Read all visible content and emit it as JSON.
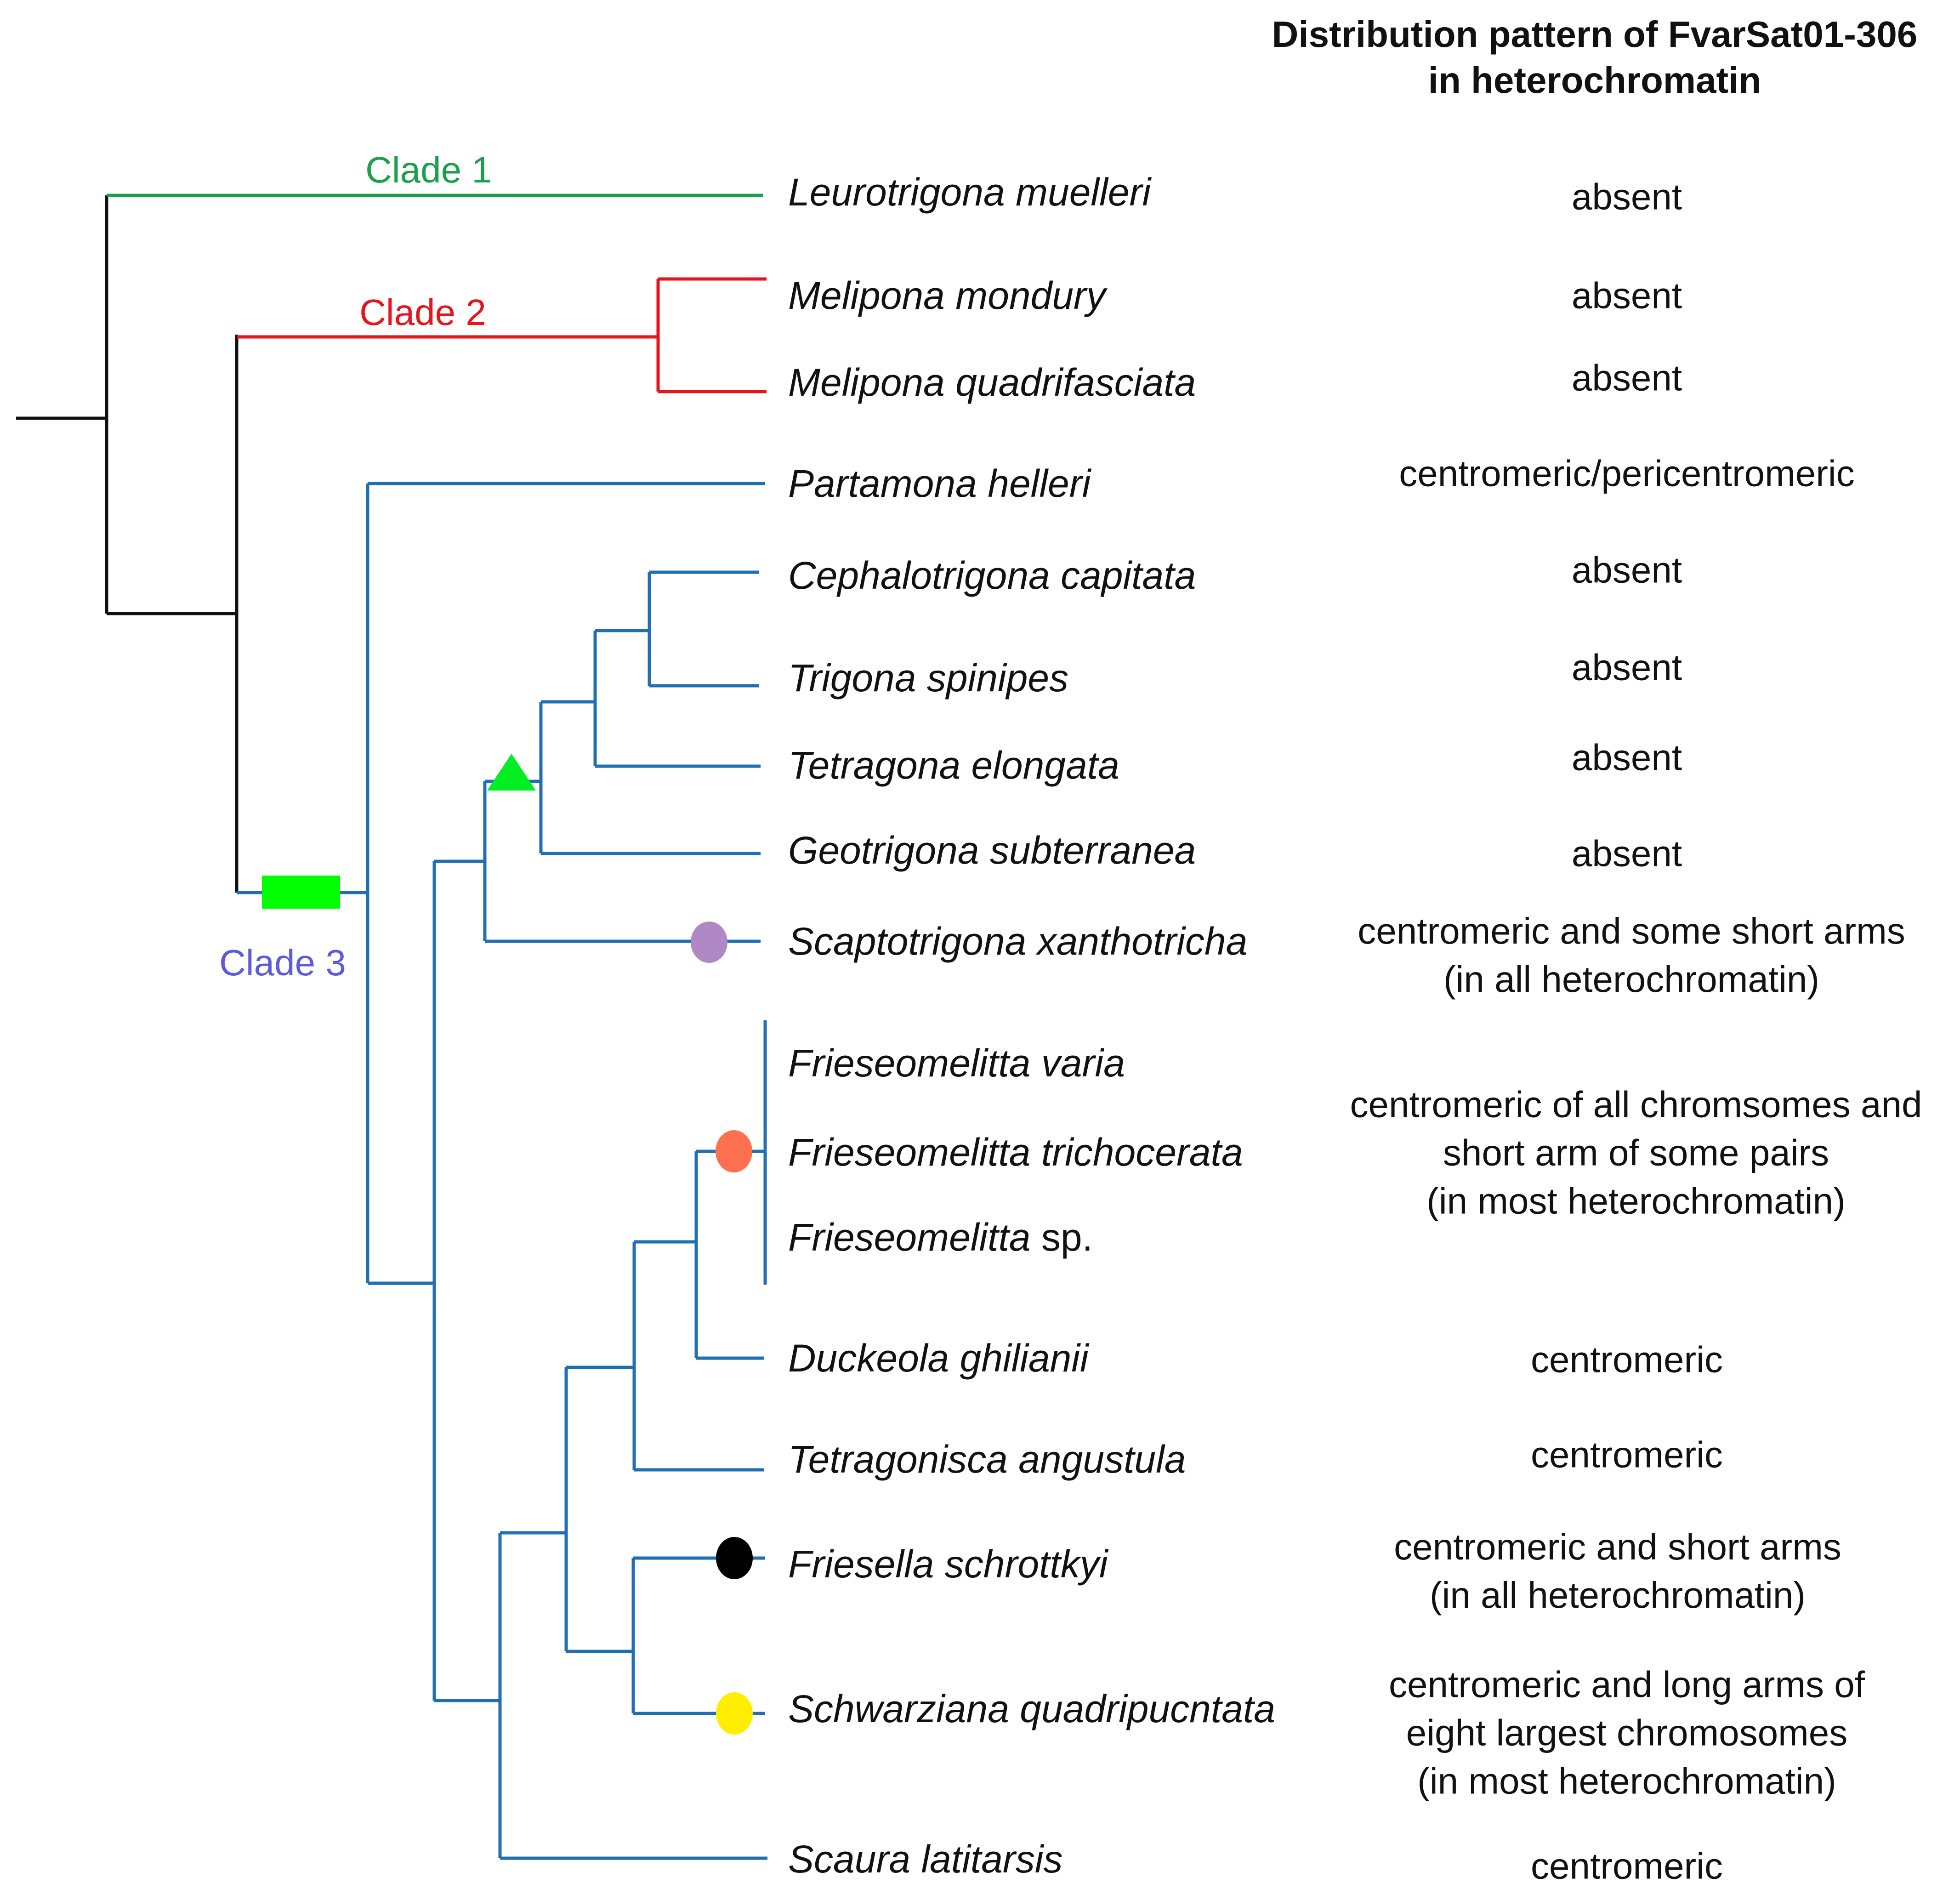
{
  "header": {
    "title_line1": "Distribution pattern of FvarSat01-306",
    "title_line2": "in heterochromatin"
  },
  "clades": [
    {
      "label": "Clade 1",
      "color": "#1a9f4a"
    },
    {
      "label": "Clade 2",
      "color": "#e8141c"
    },
    {
      "label": "Clade 3",
      "color": "#5b5bdc"
    }
  ],
  "colors": {
    "root_branch": "#111111",
    "clade1_branch": "#1a9f4a",
    "clade2_branch": "#e8141c",
    "clade3_branch": "#1f6fb2",
    "bar_marker": "#00ff00",
    "triangle_marker": "#00ee22",
    "scaptotrigona_marker": "#b088c4",
    "frieseomelitta_marker": "#ff7050",
    "friesella_marker": "#000000",
    "schwarziana_marker": "#ffee00"
  },
  "markers": {
    "clade3_bar": "green-bar",
    "triangle": "green-triangle",
    "scaptotrigona": "purple-dot",
    "frieseomelitta": "orange-dot",
    "friesella": "black-dot",
    "schwarziana": "yellow-dot"
  },
  "taxa": [
    {
      "name": "Leurotrigona muelleri",
      "extra": ""
    },
    {
      "name": "Melipona mondury",
      "extra": ""
    },
    {
      "name": "Melipona quadrifasciata",
      "extra": ""
    },
    {
      "name": "Partamona helleri",
      "extra": ""
    },
    {
      "name": "Cephalotrigona capitata",
      "extra": ""
    },
    {
      "name": "Trigona spinipes",
      "extra": ""
    },
    {
      "name": "Tetragona elongata",
      "extra": ""
    },
    {
      "name": "Geotrigona subterranea",
      "extra": ""
    },
    {
      "name": "Scaptotrigona xanthotricha",
      "extra": ""
    },
    {
      "name": "Frieseomelitta varia",
      "extra": ""
    },
    {
      "name": "Frieseomelitta trichocerata",
      "extra": ""
    },
    {
      "name": "Frieseomelitta",
      "extra": " sp."
    },
    {
      "name": "Duckeola ghilianii",
      "extra": ""
    },
    {
      "name": "Tetragonisca angustula",
      "extra": ""
    },
    {
      "name": "Friesella schrottkyi",
      "extra": ""
    },
    {
      "name": "Schwarziana quadripucntata",
      "extra": ""
    },
    {
      "name": "Scaura latitarsis",
      "extra": ""
    }
  ],
  "distributions": [
    {
      "lines": [
        "absent"
      ]
    },
    {
      "lines": [
        "absent"
      ]
    },
    {
      "lines": [
        "absent"
      ]
    },
    {
      "lines": [
        "centromeric/pericentromeric"
      ]
    },
    {
      "lines": [
        "absent"
      ]
    },
    {
      "lines": [
        "absent"
      ]
    },
    {
      "lines": [
        "absent"
      ]
    },
    {
      "lines": [
        "absent"
      ]
    },
    {
      "lines": [
        "centromeric and some short arms",
        "(in all heterochromatin)"
      ]
    },
    {
      "lines": [
        "centromeric of all chromsomes and",
        "short arm of some pairs",
        "(in most heterochromatin)"
      ]
    },
    {
      "lines": [
        "centromeric"
      ]
    },
    {
      "lines": [
        "centromeric"
      ]
    },
    {
      "lines": [
        "centromeric and short arms",
        "(in all heterochromatin)"
      ]
    },
    {
      "lines": [
        "centromeric and long arms of",
        "eight largest chromosomes",
        "(in most heterochromatin)"
      ]
    },
    {
      "lines": [
        "centromeric"
      ]
    }
  ]
}
